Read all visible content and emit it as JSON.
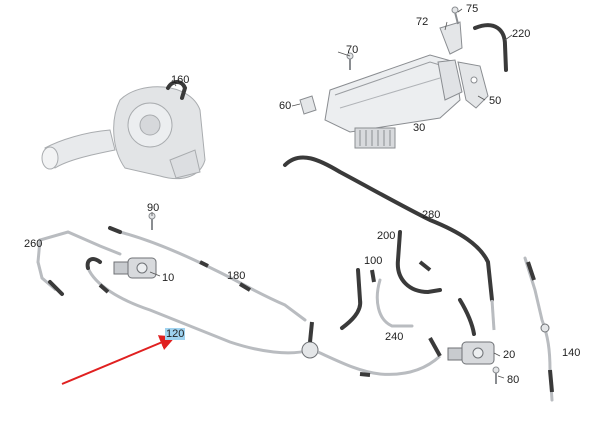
{
  "diagram": {
    "callouts": {
      "c10": "10",
      "c20": "20",
      "c30": "30",
      "c50": "50",
      "c60": "60",
      "c70": "70",
      "c72": "72",
      "c75": "75",
      "c80": "80",
      "c90": "90",
      "c100": "100",
      "c120": "120",
      "c140": "140",
      "c160": "160",
      "c180": "180",
      "c200": "200",
      "c220": "220",
      "c240": "240",
      "c260": "260",
      "c280": "280"
    },
    "highlighted_callout": "120",
    "colors": {
      "hose": "#3a3a3a",
      "hose_light": "#b9bcc0",
      "part_fill": "#e4e6e8",
      "part_stroke": "#8a8d91",
      "highlight": "#9fd3f0",
      "arrow": "#e02020"
    }
  }
}
